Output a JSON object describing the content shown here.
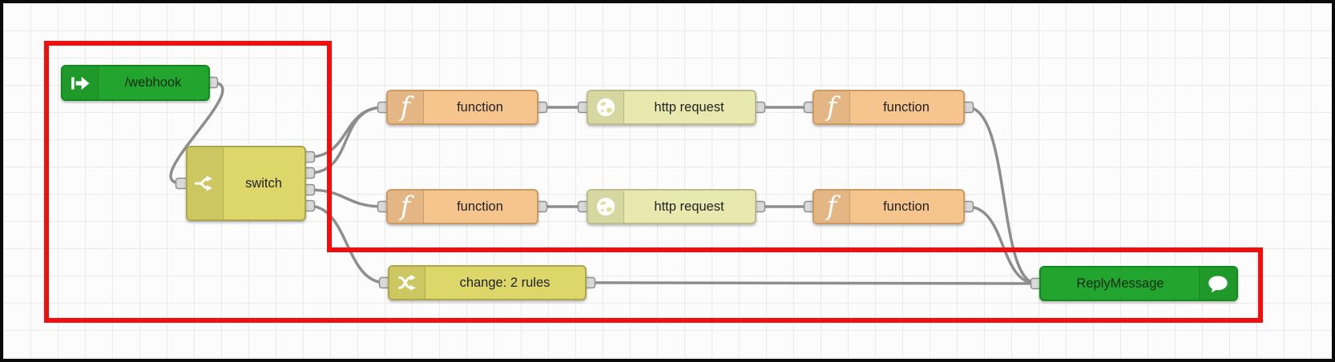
{
  "flow": {
    "nodes": [
      {
        "label": "/webhook",
        "icon": "arrow-in-icon",
        "color": "#22a52e"
      },
      {
        "label": "switch",
        "icon": "fork-icon",
        "color": "#ddd76a",
        "outputs": 4
      },
      {
        "label": "function",
        "icon": "function-f-icon",
        "color": "#f6c48d"
      },
      {
        "label": "http request",
        "icon": "globe-icon",
        "color": "#e8e8af"
      },
      {
        "label": "function",
        "icon": "function-f-icon",
        "color": "#f6c48d"
      },
      {
        "label": "function",
        "icon": "function-f-icon",
        "color": "#f6c48d"
      },
      {
        "label": "http request",
        "icon": "globe-icon",
        "color": "#e8e8af"
      },
      {
        "label": "function",
        "icon": "function-f-icon",
        "color": "#f6c48d"
      },
      {
        "label": "change: 2 rules",
        "icon": "shuffle-icon",
        "color": "#ddd76a"
      },
      {
        "label": "ReplyMessage",
        "icon": "speech-bubble-icon",
        "color": "#22a52e"
      }
    ]
  },
  "annotation": {
    "shape": "red-outline-highlight",
    "color": "#f40d0d"
  },
  "canvas": {
    "wire_color": "#8e8e8e",
    "port_fill": "#d9d9d9",
    "grid_color": "#eaeaea"
  }
}
